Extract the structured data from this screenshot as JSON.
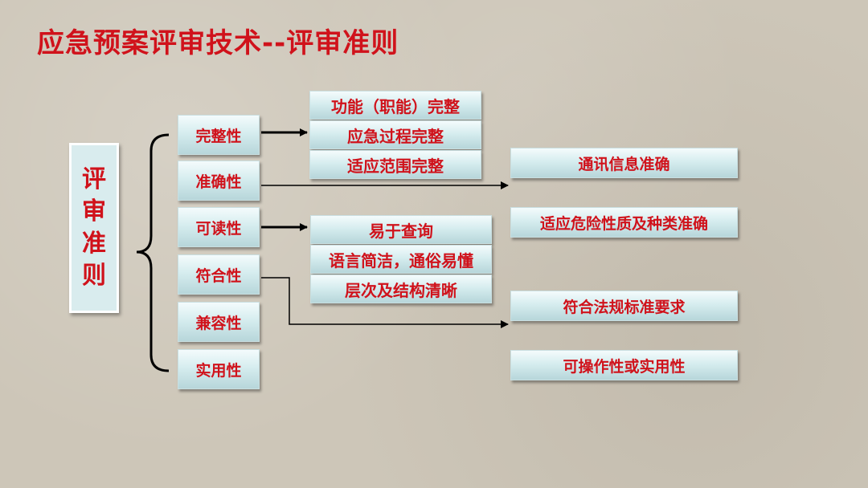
{
  "title": "应急预案评审技术--评审准则",
  "root": {
    "chars": [
      "评",
      "审",
      "准",
      "则"
    ]
  },
  "criteria": [
    "完整性",
    "准确性",
    "可读性",
    "符合性",
    "兼容性",
    "实用性"
  ],
  "completeness_items": [
    "功能（职能）完整",
    "应急过程完整",
    "适应范围完整"
  ],
  "readability_items": [
    "易于查询",
    "语言简洁，通俗易懂",
    "层次及结构清晰"
  ],
  "right_items": [
    "通讯信息准确",
    "适应危险性质及种类准确",
    "符合法规标准要求",
    "可操作性或实用性"
  ],
  "colors": {
    "text_red": "#d0121b",
    "box_fill": "#d6edef",
    "background": "#cdc6b8"
  }
}
